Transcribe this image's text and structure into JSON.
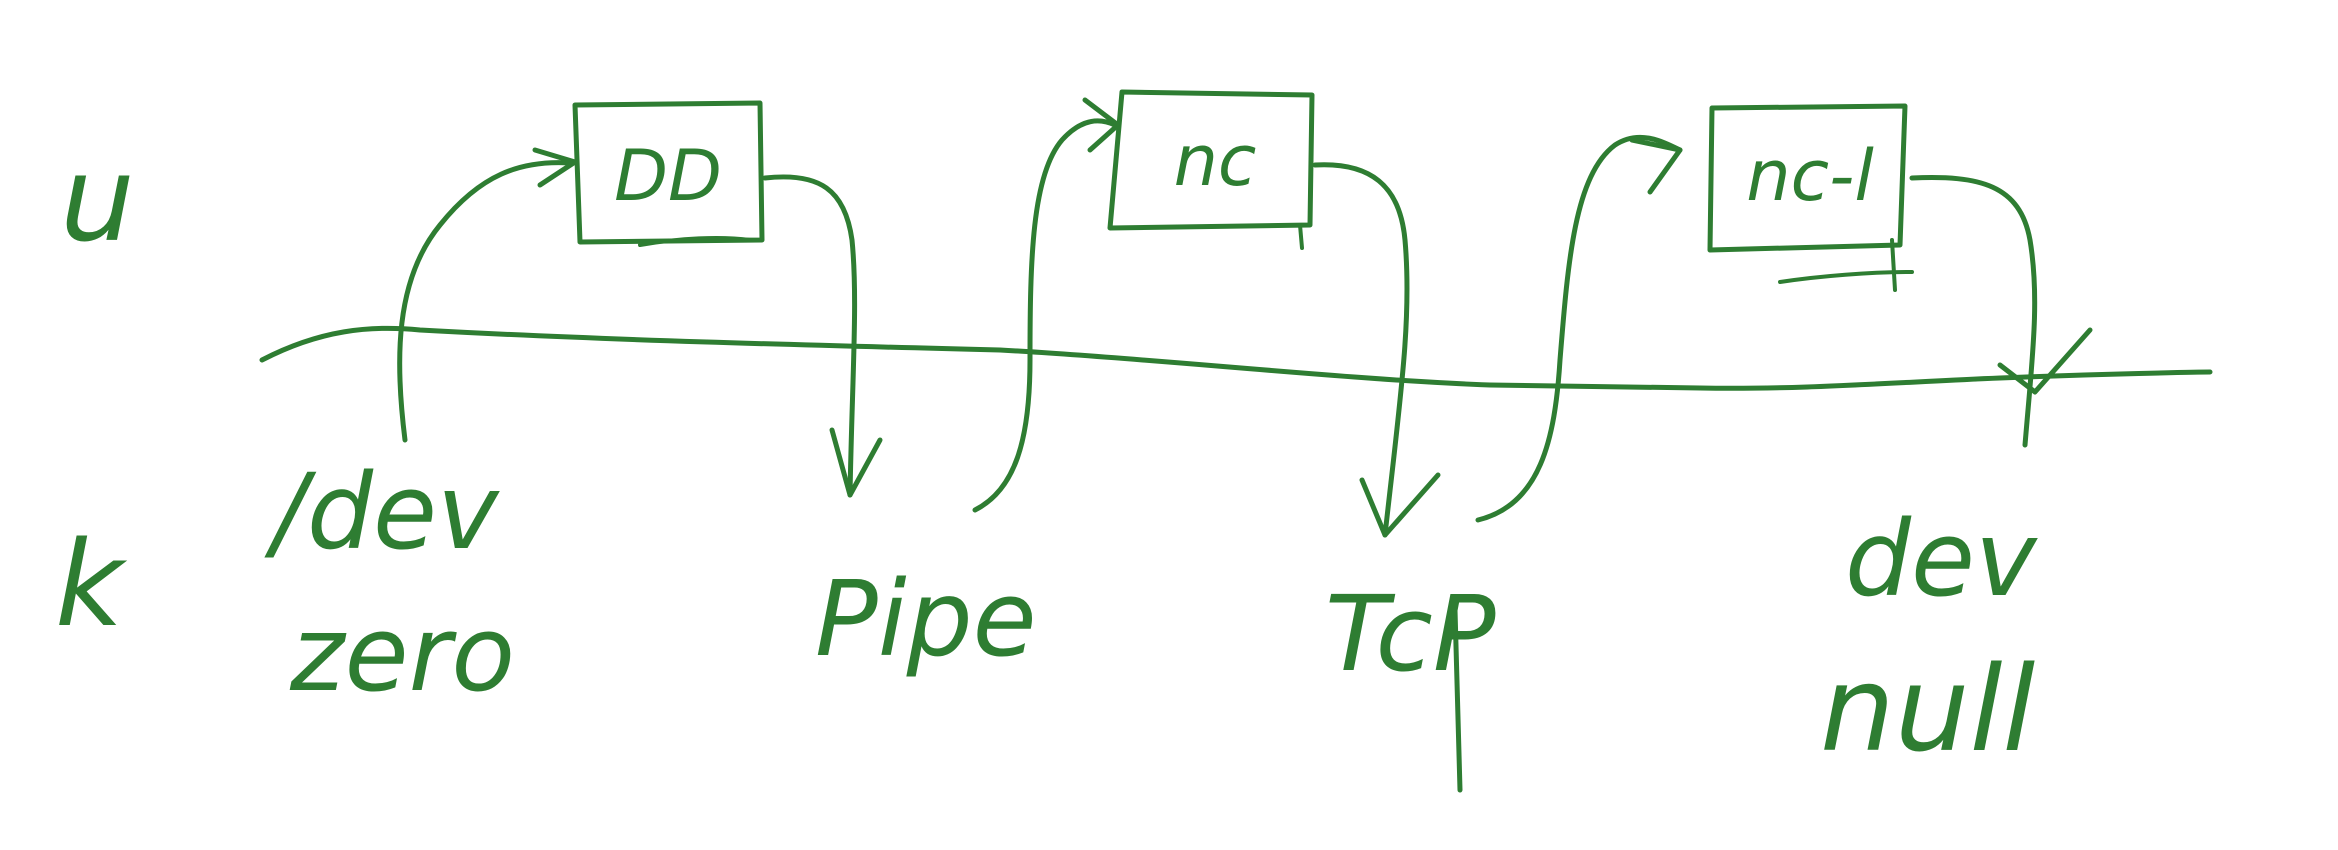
{
  "diagram": {
    "ink_color": "#2e7d32",
    "layers": {
      "user_label": "u",
      "kernel_label": "k"
    },
    "processes": [
      {
        "id": "dd",
        "label": "DD"
      },
      {
        "id": "nc",
        "label": "nc"
      },
      {
        "id": "nc-l",
        "label": "nc-l"
      }
    ],
    "kernel_objects": [
      {
        "id": "dev-zero",
        "line1": "/dev",
        "line2": "zero"
      },
      {
        "id": "pipe",
        "line1": "Pipe",
        "line2": ""
      },
      {
        "id": "tcp",
        "line1": "TcP",
        "line2": ""
      },
      {
        "id": "dev-null",
        "line1": "dev",
        "line2": "null"
      }
    ]
  }
}
